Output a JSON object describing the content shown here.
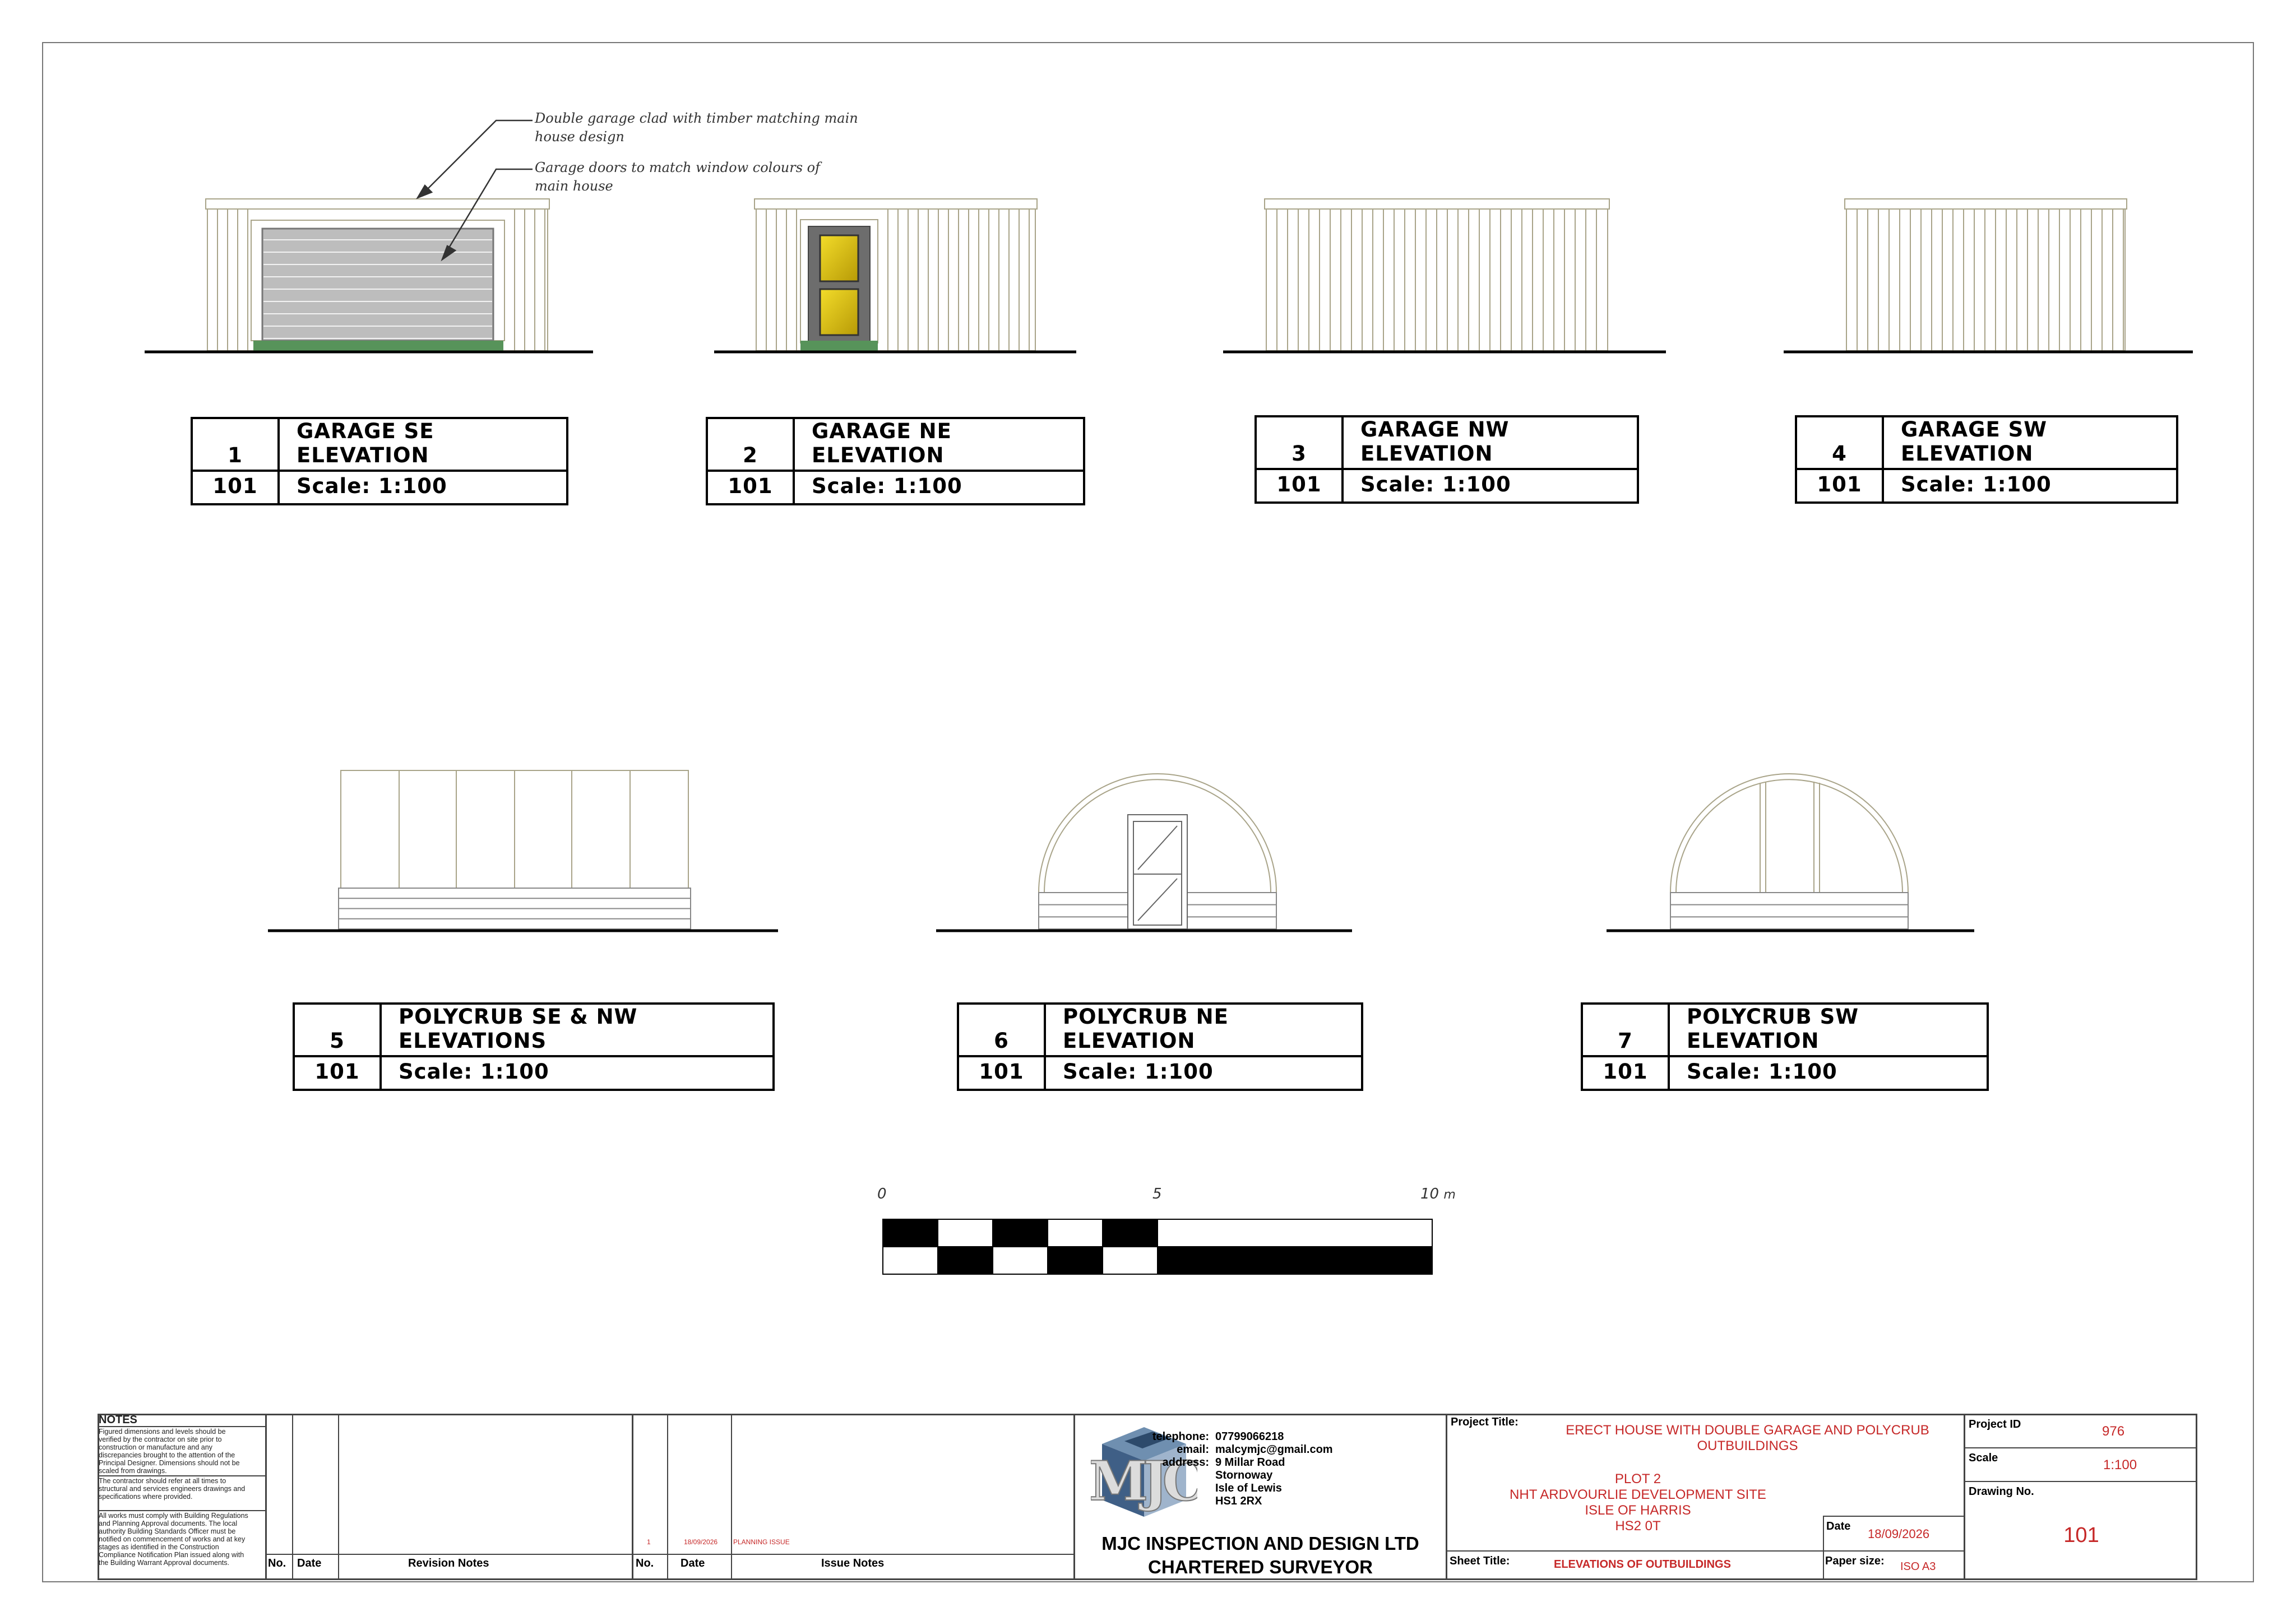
{
  "annotations": {
    "cladding": [
      "Double garage clad with timber matching main",
      "house design"
    ],
    "doors": [
      "Garage doors to match window colours of",
      "main house"
    ]
  },
  "labels": [
    {
      "num": "1",
      "ref": "101",
      "title": "GARAGE SE ELEVATION",
      "scale": "Scale: 1:100"
    },
    {
      "num": "2",
      "ref": "101",
      "title": "GARAGE NE ELEVATION",
      "scale": "Scale: 1:100"
    },
    {
      "num": "3",
      "ref": "101",
      "title": "GARAGE NW ELEVATION",
      "scale": "Scale: 1:100"
    },
    {
      "num": "4",
      "ref": "101",
      "title": "GARAGE SW ELEVATION",
      "scale": "Scale: 1:100"
    },
    {
      "num": "5",
      "ref": "101",
      "title": "POLYCRUB SE & NW ELEVATIONS",
      "scale": "Scale: 1:100"
    },
    {
      "num": "6",
      "ref": "101",
      "title": "POLYCRUB NE ELEVATION",
      "scale": "Scale: 1:100"
    },
    {
      "num": "7",
      "ref": "101",
      "title": "POLYCRUB SW ELEVATION",
      "scale": "Scale: 1:100"
    }
  ],
  "scale_bar": {
    "start": "0",
    "mid": "5",
    "end": "10",
    "unit": "m"
  },
  "notes": {
    "heading": "NOTES",
    "n1": [
      "Figured dimensions and levels should be",
      "verified by the contractor on site prior to",
      "construction or manufacture and any",
      "discrepancies brought to the attention of the",
      "Principal Designer.  Dimensions should not be",
      "scaled from drawings."
    ],
    "n2": [
      "The contractor should refer at all times to",
      "structural and services engineers drawings and",
      "specifications where provided."
    ],
    "n3": [
      "All works must comply with Building Regulations",
      "and Planning Approval documents.  The local",
      "authority Building Standards Officer must be",
      "notified on commencement of works and at key",
      "stages as identified in the Construction",
      "Compliance Notification Plan issued along with",
      "the Building Warrant Approval documents."
    ]
  },
  "revisions": {
    "col_no": "No.",
    "col_date": "Date",
    "col_notes": "Revision Notes"
  },
  "issues": {
    "col_no": "No.",
    "col_date": "Date",
    "col_notes": "Issue Notes",
    "row": {
      "no": "1",
      "date": "18/09/2026",
      "note": "PLANNING ISSUE"
    }
  },
  "company": {
    "logo_text": "MJC",
    "name": "MJC INSPECTION AND DESIGN LTD",
    "role": "CHARTERED SURVEYOR",
    "telephone_label": "telephone:",
    "telephone": "07799066218",
    "email_label": "email:",
    "email": "malcymjc@gmail.com",
    "address_label": "address:",
    "address": [
      "9 Millar Road",
      "Stornoway",
      "Isle of Lewis",
      "HS1 2RX"
    ]
  },
  "project": {
    "title_label": "Project Title:",
    "title": [
      "ERECT HOUSE WITH DOUBLE GARAGE AND POLYCRUB",
      "OUTBUILDINGS"
    ],
    "site": [
      "PLOT 2",
      "NHT ARDVOURLIE DEVELOPMENT SITE",
      "ISLE OF HARRIS",
      "HS2 0T"
    ],
    "sheet_label": "Sheet Title:",
    "sheet_title": "ELEVATIONS OF OUTBUILDINGS",
    "date_label": "Date",
    "date": "18/09/2026",
    "paper_label": "Paper size:",
    "paper": "ISO A3",
    "id_label": "Project ID",
    "id": "976",
    "scale_label": "Scale",
    "scale": "1:100",
    "drawing_label": "Drawing No.",
    "drawing": "101"
  },
  "colors": {
    "line": "#a9a489",
    "door_grey": "#bdbdbd",
    "frame": "#6d6d6d",
    "plinth": "#57935a",
    "glass_top": "#e8c51c",
    "glass_bottom": "#c9a70b",
    "red_text": "#c62828"
  }
}
